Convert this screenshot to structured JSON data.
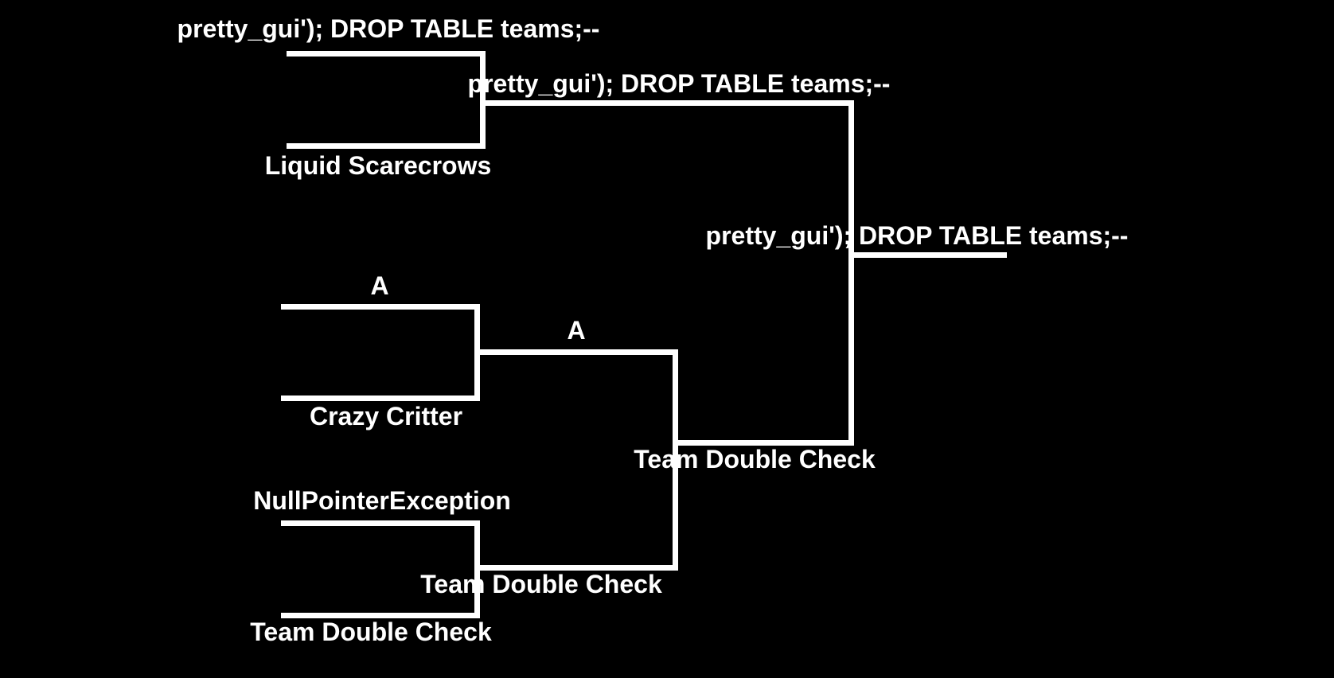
{
  "theme": {
    "background_color": "#000000",
    "line_color": "#ffffff",
    "text_color": "#ffffff"
  },
  "bracket": {
    "match1": {
      "team_top": "pretty_gui'); DROP TABLE teams;--",
      "team_bottom": "Liquid Scarecrows",
      "winner": "pretty_gui'); DROP TABLE teams;--"
    },
    "match2": {
      "team_top": "A",
      "team_bottom": "Crazy Critter",
      "winner": "A"
    },
    "match3": {
      "team_top": "NullPointerException",
      "team_bottom": "Team Double Check",
      "winner": "Team Double Check"
    },
    "semifinal": {
      "winner": "Team Double Check"
    },
    "final": {
      "winner": "pretty_gui'); DROP TABLE teams;--"
    }
  }
}
